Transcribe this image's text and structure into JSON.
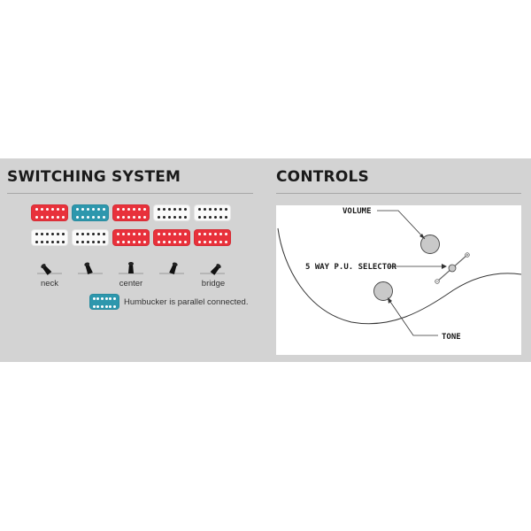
{
  "switching": {
    "title": "SWITCHING SYSTEM",
    "positions": [
      {
        "label": "neck",
        "top_pickup": "red",
        "bottom_pickup": "white"
      },
      {
        "label": "",
        "top_pickup": "blue",
        "bottom_pickup": "white"
      },
      {
        "label": "center",
        "top_pickup": "red",
        "bottom_pickup": "red"
      },
      {
        "label": "",
        "top_pickup": "white",
        "bottom_pickup": "red"
      },
      {
        "label": "bridge",
        "top_pickup": "white",
        "bottom_pickup": "red"
      }
    ],
    "legend": {
      "text": "Humbucker is parallel connected.",
      "color": "blue"
    }
  },
  "controls": {
    "title": "CONTROLS",
    "labels": {
      "volume": "VOLUME",
      "selector": "5 WAY P.U. SELECTOR",
      "tone": "TONE"
    }
  },
  "colors": {
    "red": "#e8313b",
    "white": "#fafafa",
    "blue": "#2d97ad",
    "band": "#d3d3d3",
    "knob": "#c9c9c9"
  }
}
